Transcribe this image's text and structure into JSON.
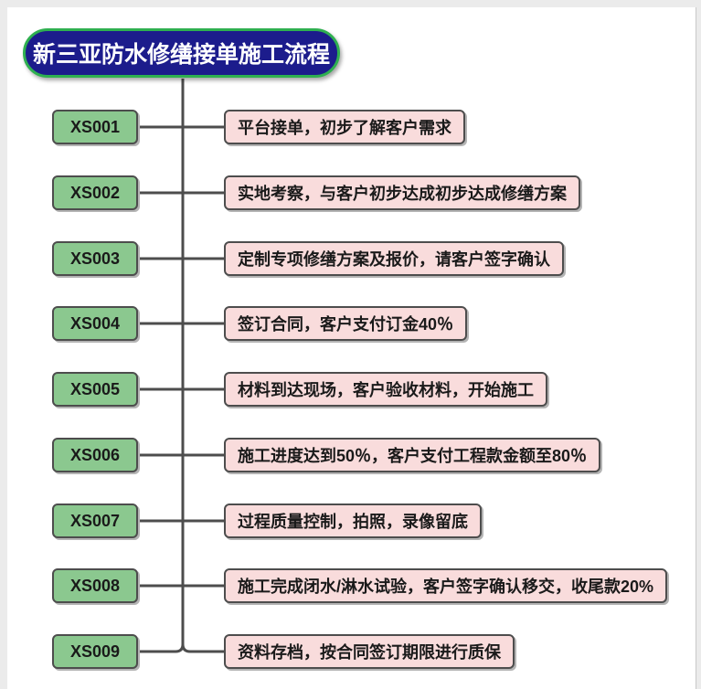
{
  "title": {
    "label": "新三亚防水修缮接单施工流程"
  },
  "colors": {
    "page_bg": "#ebebeb",
    "canvas": "#ffffff",
    "title_fill": "#1c1c8c",
    "title_border": "#2fb050",
    "step_code_fill": "#8bc88f",
    "step_desc_fill": "#f9dcdc",
    "node_border": "#4d4d4d",
    "connector": "#4d4d4d"
  },
  "steps": [
    {
      "code": "XS001",
      "desc": "平台接单，初步了解客户需求"
    },
    {
      "code": "XS002",
      "desc": "实地考察，与客户初步达成初步达成修缮方案"
    },
    {
      "code": "XS003",
      "desc": "定制专项修缮方案及报价，请客户签字确认"
    },
    {
      "code": "XS004",
      "desc": "签订合同，客户支付订金40％"
    },
    {
      "code": "XS005",
      "desc": "材料到达现场，客户验收材料，开始施工"
    },
    {
      "code": "XS006",
      "desc": "施工进度达到50％，客户支付工程款金额至80％"
    },
    {
      "code": "XS007",
      "desc": "过程质量控制，拍照，录像留底"
    },
    {
      "code": "XS008",
      "desc": "施工完成闭水/淋水试验，客户签字确认移交，收尾款20%"
    },
    {
      "code": "XS009",
      "desc": "资料存档，按合同签订期限进行质保"
    }
  ]
}
